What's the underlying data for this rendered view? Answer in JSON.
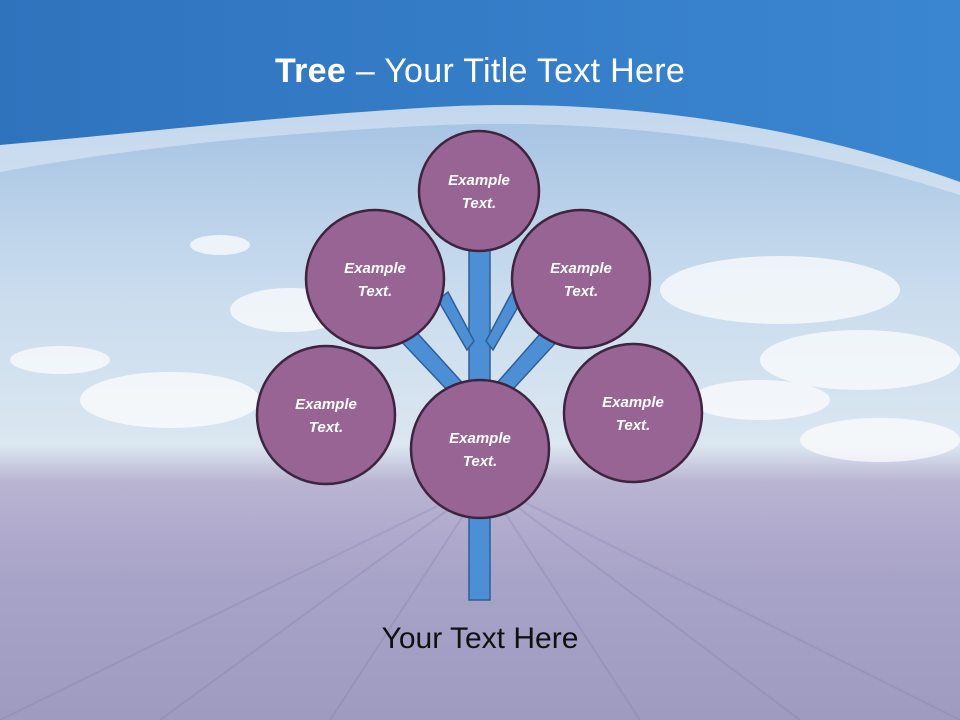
{
  "slide": {
    "title_bold": "Tree",
    "title_rest": " – Your Title Text Here",
    "caption": "Your Text Here"
  },
  "diagram": {
    "nodes": [
      {
        "id": "top",
        "line1": "Example",
        "line2": "Text."
      },
      {
        "id": "upper-left",
        "line1": "Example",
        "line2": "Text."
      },
      {
        "id": "upper-right",
        "line1": "Example",
        "line2": "Text."
      },
      {
        "id": "lower-left",
        "line1": "Example",
        "line2": "Text."
      },
      {
        "id": "center",
        "line1": "Example",
        "line2": "Text."
      },
      {
        "id": "lower-right",
        "line1": "Example",
        "line2": "Text."
      }
    ]
  },
  "colors": {
    "header_blue": "#3d85cc",
    "node_fill": "#976494",
    "node_stroke": "#3e2440",
    "branch_fill": "#4d8fd4",
    "branch_stroke": "#2f5f97"
  }
}
